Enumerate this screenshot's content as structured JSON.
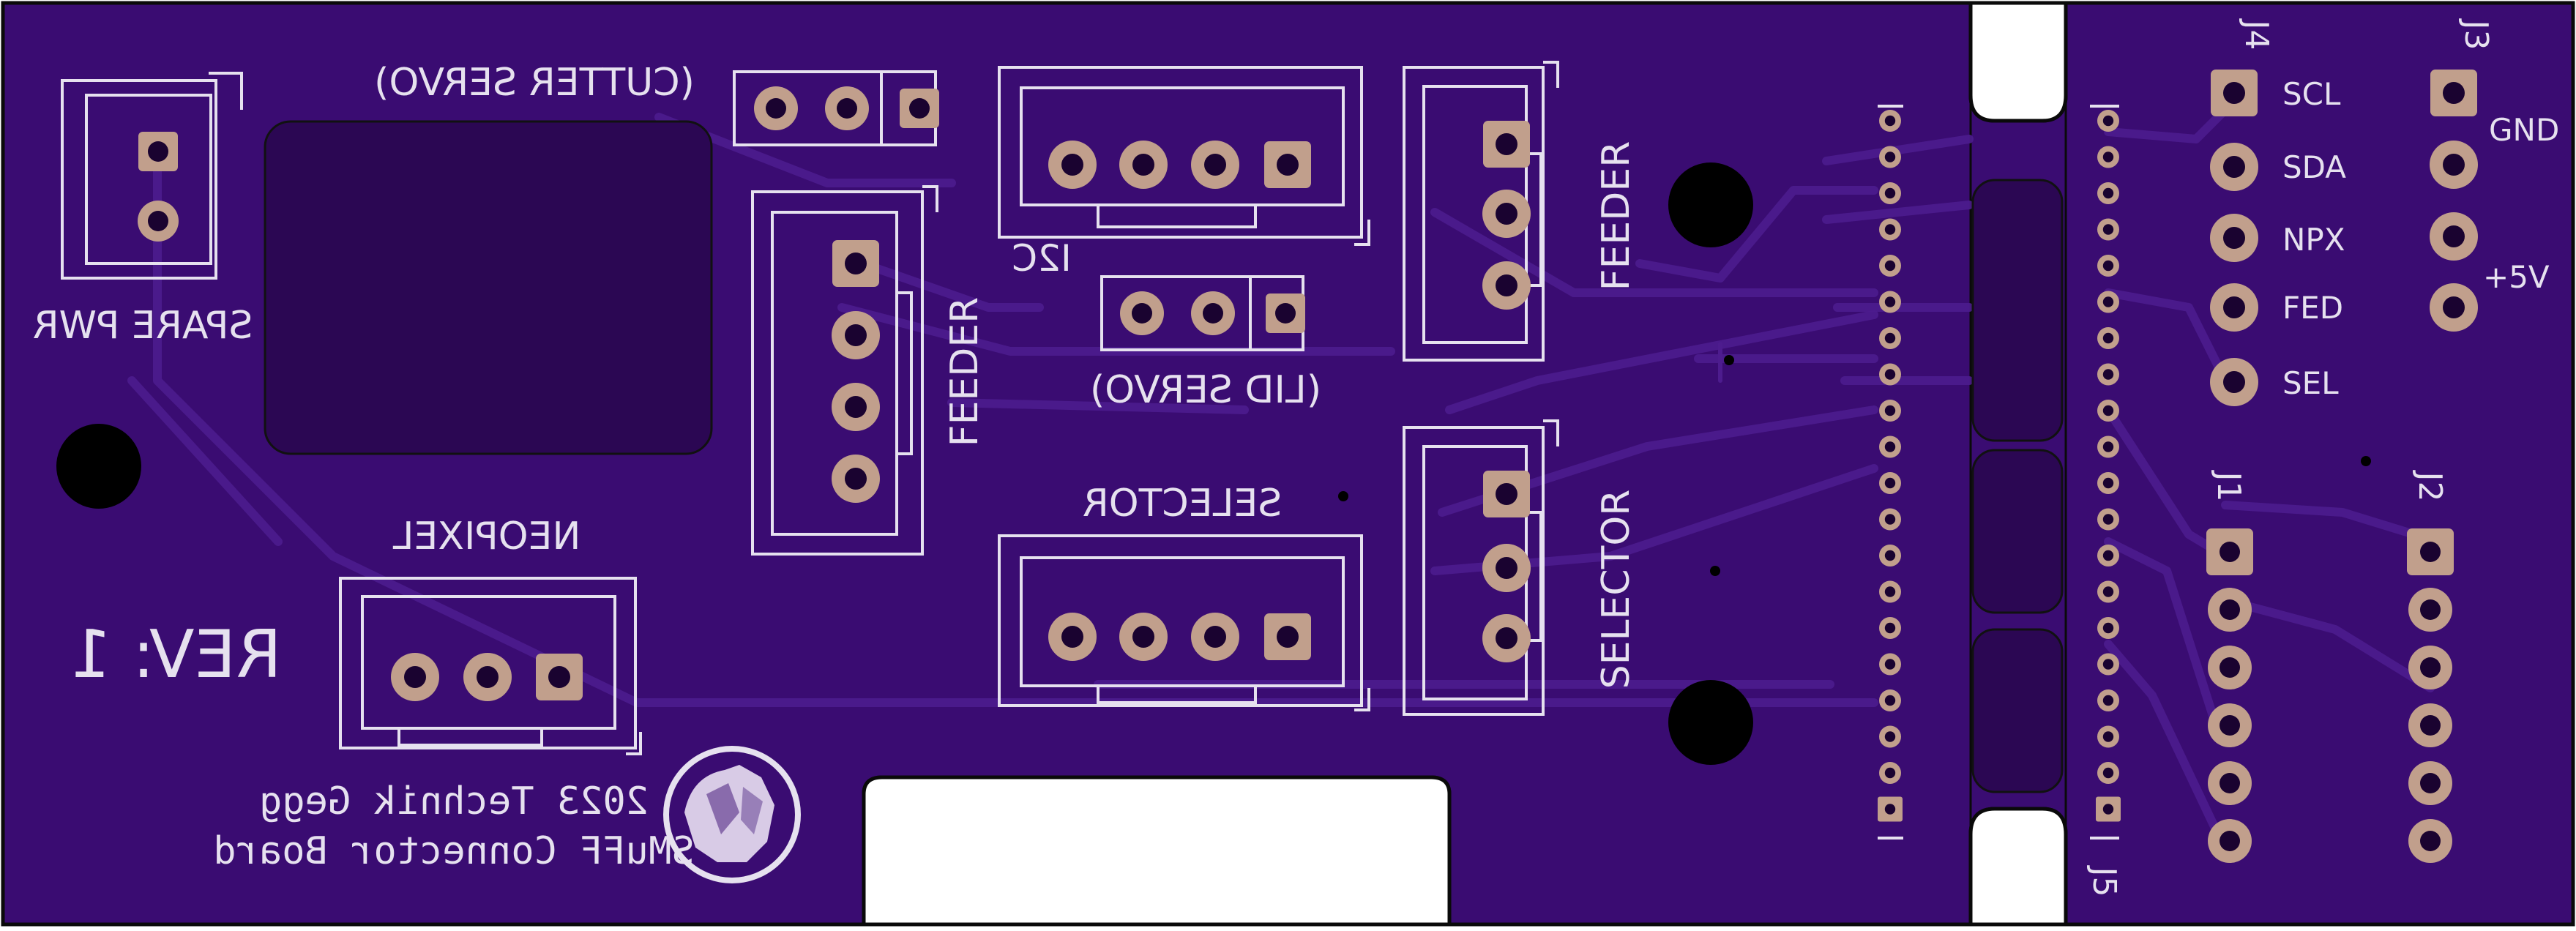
{
  "board": {
    "title_line1": "SMuFF Connector Board",
    "title_line2": "2023 Technik Gegg",
    "revision": "REV: 1",
    "colors": {
      "board": "#3a0c72",
      "soldermask_edge": "#0a0a0a",
      "silkscreen": "#e6e1ef",
      "pad": "#c19f8c",
      "cutout": "#ffffff"
    }
  },
  "labels": {
    "spare_pwr": "SPARE PWR",
    "cutter_servo": "(CUTTER SERVO)",
    "lid_servo": "(LID SERVO)",
    "i2c": "I2C",
    "feeder_left": "FEEDER",
    "feeder_right": "FEEDER",
    "neopixel": "NEOPIXEL",
    "selector_bottom": "SELECTOR",
    "selector_right": "SELECTOR"
  },
  "headers": {
    "j4": {
      "ref": "J4",
      "pins": [
        "SCL",
        "SDA",
        "NPX",
        "FED",
        "SEL"
      ]
    },
    "j3": {
      "ref": "J3",
      "gnd": "GND",
      "vcc": "+5V"
    },
    "j1": {
      "ref": "J1"
    },
    "j2": {
      "ref": "J2"
    },
    "j5": {
      "ref": "J5"
    }
  },
  "icons": [
    "logo-icon"
  ]
}
